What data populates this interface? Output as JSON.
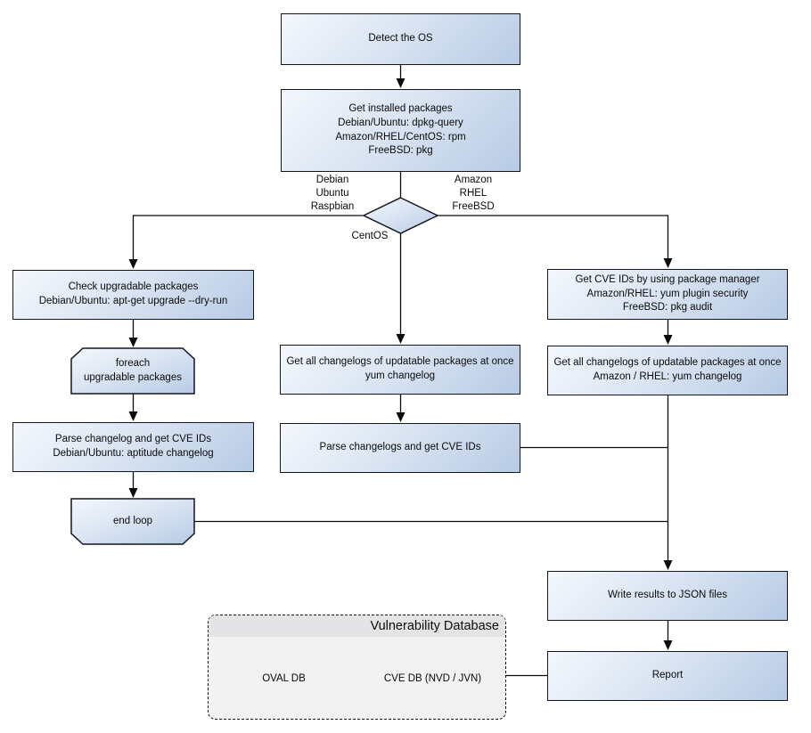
{
  "nodes": {
    "detect_os": "Detect the OS",
    "get_installed_packages": "Get installed packages\nDebian/Ubuntu: dpkg-query\nAmazon/RHEL/CentOS: rpm\nFreeBSD: pkg",
    "check_upgradable_packages": "Check upgradable packages\nDebian/Ubuntu: apt-get upgrade --dry-run",
    "foreach_loop_start": "foreach\nupgradable packages",
    "parse_changelog_debian": "Parse changelog and get CVE IDs\nDebian/Ubuntu: aptitude changelog",
    "end_loop": "end loop",
    "get_changelogs_centos": "Get all changelogs of updatable packages at once\nyum changelog",
    "parse_changelogs_centos": "Parse changelogs and get CVE IDs",
    "get_cve_ids_pkg_manager": "Get CVE IDs by using package manager\nAmazon/RHEL: yum plugin security\nFreeBSD: pkg audit",
    "get_changelogs_amazon_rhel": "Get all changelogs of updatable packages at once\nAmazon / RHEL: yum changelog",
    "write_results_json": "Write results to JSON files",
    "report": "Report"
  },
  "branch_labels": {
    "left": "Debian\nUbuntu\nRaspbian",
    "right": "Amazon\nRHEL\nFreeBSD",
    "bottom": "CentOS"
  },
  "database": {
    "title": "Vulnerability Database",
    "cylinders": [
      "OVAL DB",
      "CVE DB (NVD / JVN)"
    ]
  },
  "colors": {
    "node_fill_light": "#f4f8fd",
    "node_fill_dark": "#b7cbe5",
    "node_border": "#14171d",
    "connector": "#0b0b0b",
    "container_body": "#f2f2f3",
    "container_titlebar": "#e4e4e6"
  }
}
